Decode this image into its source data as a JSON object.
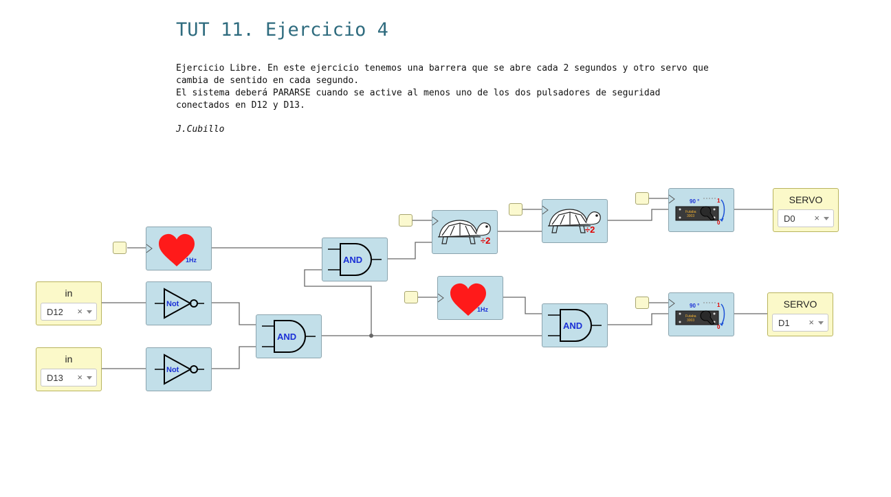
{
  "page": {
    "title": "TUT 11. Ejercicio 4",
    "description": "Ejercicio Libre. En este ejercicio tenemos una barrera que se abre cada 2 segundos y otro servo que\ncambia de sentido en cada segundo.\nEl sistema deberá PARARSE cuando se active al menos uno de los dos pulsadores de seguridad\nconectados en D12 y D13.",
    "author": "J.Cubillo"
  },
  "inputs": [
    {
      "label": "in",
      "pin": "D12",
      "clear": "×"
    },
    {
      "label": "in",
      "pin": "D13",
      "clear": "×"
    }
  ],
  "outputs": [
    {
      "label": "SERVO",
      "pin": "D0",
      "clear": "×"
    },
    {
      "label": "SERVO",
      "pin": "D1",
      "clear": "×"
    }
  ],
  "blocks": {
    "heartbeat_label": "1Hz",
    "not_label": "Not",
    "and_label": "AND",
    "divider_label": "÷2",
    "servo_angle": "90 °",
    "servo_top": "1",
    "servo_bottom": "0",
    "servo_brand": "Futaba",
    "servo_model": "3003"
  },
  "colors": {
    "title": "#2e6b7e",
    "block_fill": "#c2dfe9",
    "io_fill": "#fbf9c9",
    "heart": "#ff1a1a",
    "gate_label": "#1a2fd6",
    "divider": "#e00000"
  }
}
